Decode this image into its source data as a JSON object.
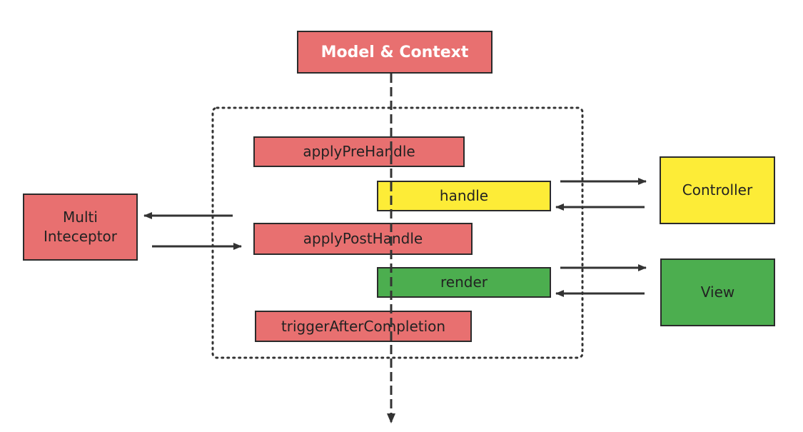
{
  "diagram": {
    "model_context": {
      "label": "Model & Context"
    },
    "steps": {
      "apply_pre_handle": "applyPreHandle",
      "handle": "handle",
      "apply_post_handle": "applyPostHandle",
      "render": "render",
      "trigger_after_completion": "triggerAfterCompletion"
    },
    "multi_interceptor": {
      "label": "Multi\nInteceptor"
    },
    "controller": {
      "label": "Controller"
    },
    "view": {
      "label": "View"
    }
  },
  "colors": {
    "pink": "#e87070",
    "yellow": "#fdec37",
    "green": "#4cae4f",
    "border": "#2b2b2b",
    "arrow": "#333333"
  }
}
